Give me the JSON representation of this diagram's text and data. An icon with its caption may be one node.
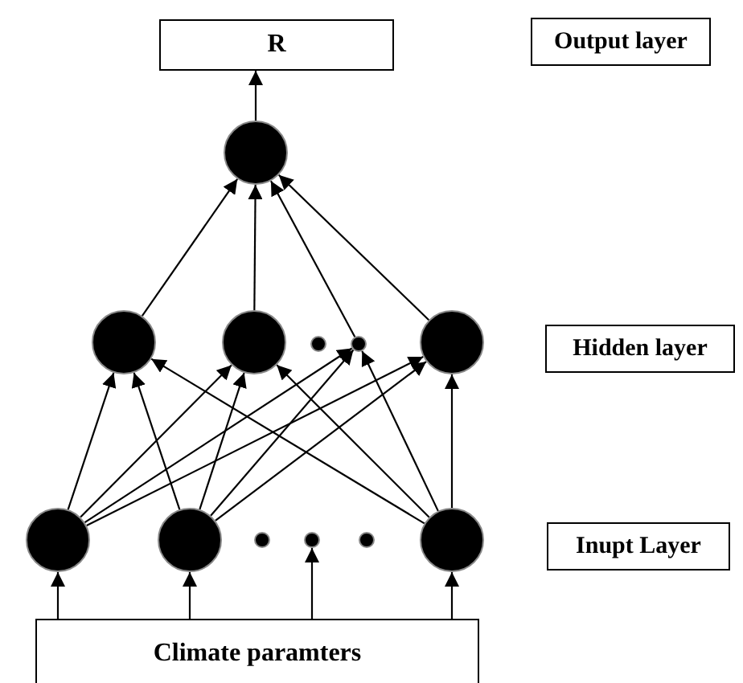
{
  "diagram": {
    "nodes": [
      {
        "text": [
          "R"
        ]
      },
      {
        "text": [
          "Output layer"
        ]
      },
      {
        "text": [],
        "shape": "circle"
      },
      {
        "text": [],
        "shape": "circle"
      },
      {
        "text": [],
        "shape": "circle"
      },
      {
        "text": [],
        "shape": "circle"
      },
      {
        "text": [],
        "shape": "circle"
      },
      {
        "text": [],
        "shape": "circle"
      },
      {
        "text": [
          "Hidden layer"
        ]
      },
      {
        "text": [],
        "shape": "circle"
      },
      {
        "text": [],
        "shape": "circle"
      },
      {
        "text": [],
        "shape": "circle"
      },
      {
        "text": [],
        "shape": "circle"
      },
      {
        "text": [],
        "shape": "circle"
      },
      {
        "text": [],
        "shape": "circle"
      },
      {
        "text": [
          "Inupt Layer"
        ]
      },
      {
        "text": [
          "Climate paramters"
        ]
      }
    ],
    "edges": [
      {
        "from": 2,
        "to": 0,
        "arrow": "to"
      },
      {
        "from": 3,
        "to": 2,
        "arrow": "to"
      },
      {
        "from": 4,
        "to": 2,
        "arrow": "to"
      },
      {
        "from": 6,
        "to": 2,
        "arrow": "to"
      },
      {
        "from": 7,
        "to": 2,
        "arrow": "to"
      },
      {
        "from": 9,
        "to": 3,
        "arrow": "to"
      },
      {
        "from": 9,
        "to": 4,
        "arrow": "to"
      },
      {
        "from": 9,
        "to": 6,
        "arrow": "to"
      },
      {
        "from": 9,
        "to": 7,
        "arrow": "to"
      },
      {
        "from": 10,
        "to": 3,
        "arrow": "to"
      },
      {
        "from": 10,
        "to": 4,
        "arrow": "to"
      },
      {
        "from": 10,
        "to": 6,
        "arrow": "to"
      },
      {
        "from": 10,
        "to": 7,
        "arrow": "to"
      },
      {
        "from": 14,
        "to": 3,
        "arrow": "to"
      },
      {
        "from": 14,
        "to": 4,
        "arrow": "to"
      },
      {
        "from": 14,
        "to": 6,
        "arrow": "to"
      },
      {
        "from": 14,
        "to": 7,
        "arrow": "to"
      },
      {
        "from": 16,
        "to": 9,
        "arrow": "to"
      },
      {
        "from": 16,
        "to": 10,
        "arrow": "to"
      },
      {
        "from": 16,
        "to": 12,
        "arrow": "to"
      },
      {
        "from": 16,
        "to": 14,
        "arrow": "to"
      }
    ]
  }
}
